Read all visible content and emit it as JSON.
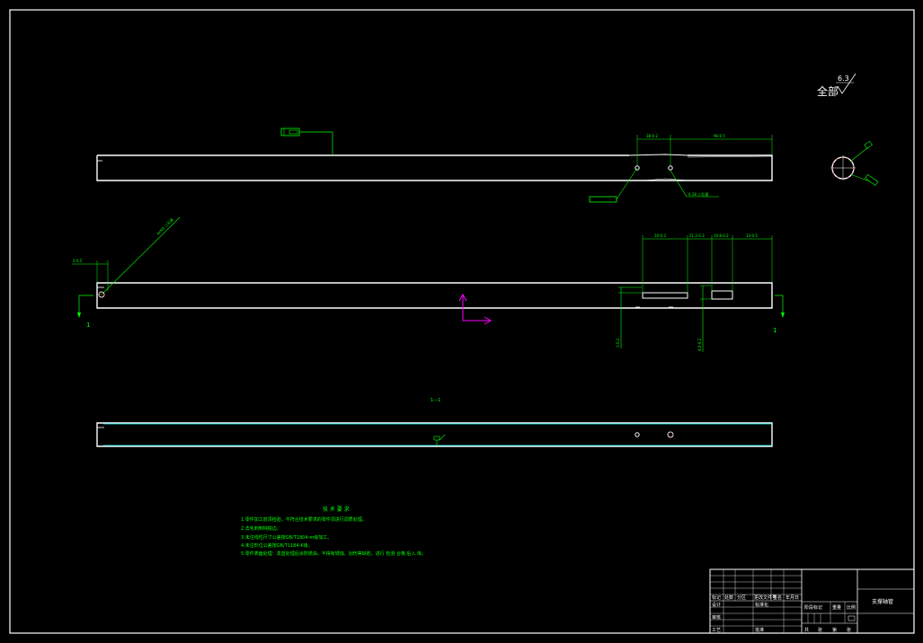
{
  "colors": {
    "background": "#000000",
    "outline": "#ffffff",
    "dimension": "#00ff00",
    "ucs": "#ff00ff",
    "hidden_edge": "#00ffff"
  },
  "roughness": {
    "value": "6.3",
    "label": "全部"
  },
  "top_view": {
    "dims": [
      "38-0.2",
      "96-0.5"
    ],
    "hole_callout": "6.38 二孔通"
  },
  "front_view": {
    "dims_top": [
      "10-0.3",
      "21.2-0.3",
      "10.8-0.2",
      "33-0.5"
    ],
    "dim_left": "2-0.5",
    "leader_callout": "4xM3 二孔通",
    "dim_vert_left": "1-0.2",
    "dim_vert_right": "4.5-0.2",
    "section_marks": [
      "1",
      "1"
    ]
  },
  "section_label": "1—1",
  "tech_notes": {
    "title": "技 术 要 求",
    "lines": [
      "1.零件加工前须检验，不符合技术要求的零件须进行调质处理。",
      "2.去毛刺倒钝锐边。",
      "3.未注线性尺寸公差按GB/T1804-m级加工。",
      "4.未注形位公差按GB/T1184-K级。",
      "5.零件表面处理：发蓝处理后涂防锈油，不得有锈蚀、划伤等缺陷，进行 检测 合格 后入 库。"
    ]
  },
  "title_block": {
    "name": "支撑轴管",
    "cells": [
      "标记",
      "处数",
      "分区",
      "更改文件号",
      "签名",
      "年月日",
      "设计",
      "标准化",
      "审核",
      "工艺",
      "批准",
      "阶段标记",
      "重量",
      "比例",
      "共",
      "张",
      "第",
      "张"
    ]
  }
}
